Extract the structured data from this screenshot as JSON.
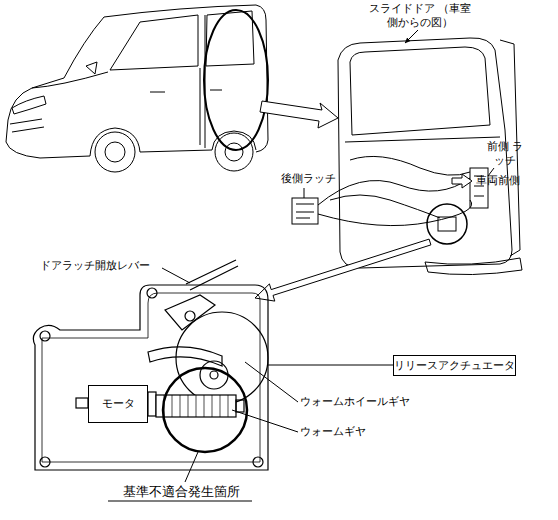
{
  "diagram": {
    "nodes": [
      {
        "text": [
          "リリースアクチュエータ"
        ]
      },
      {
        "text": [
          "モータ"
        ]
      }
    ],
    "labels": [
      "スライドドア （車室側からの図）",
      "後側ラッチ",
      "前側 ラッチ",
      "車両前側",
      "ドアラッチ開放レバー",
      "ウォームホイールギヤ",
      "ウォームギヤ",
      "基準不適合発生箇所"
    ]
  }
}
